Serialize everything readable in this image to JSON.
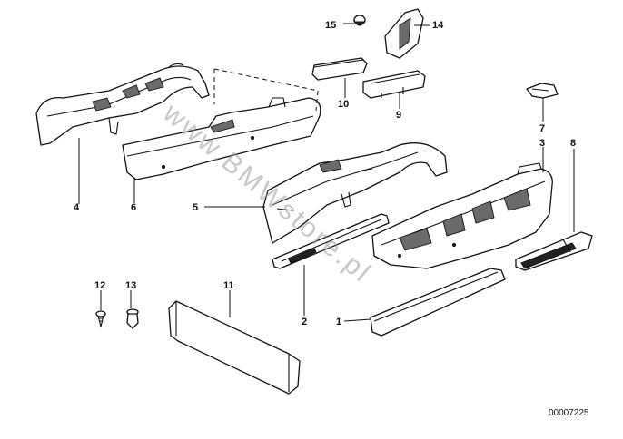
{
  "watermark": "www.BMWstore.pl",
  "document_number": "00007225",
  "callouts": {
    "c1": "1",
    "c2": "2",
    "c3": "3",
    "c4": "4",
    "c5": "5",
    "c6": "6",
    "c7": "7",
    "c8": "8",
    "c9": "9",
    "c10": "10",
    "c11": "11",
    "c12": "12",
    "c13": "13",
    "c14": "14",
    "c15": "15"
  }
}
